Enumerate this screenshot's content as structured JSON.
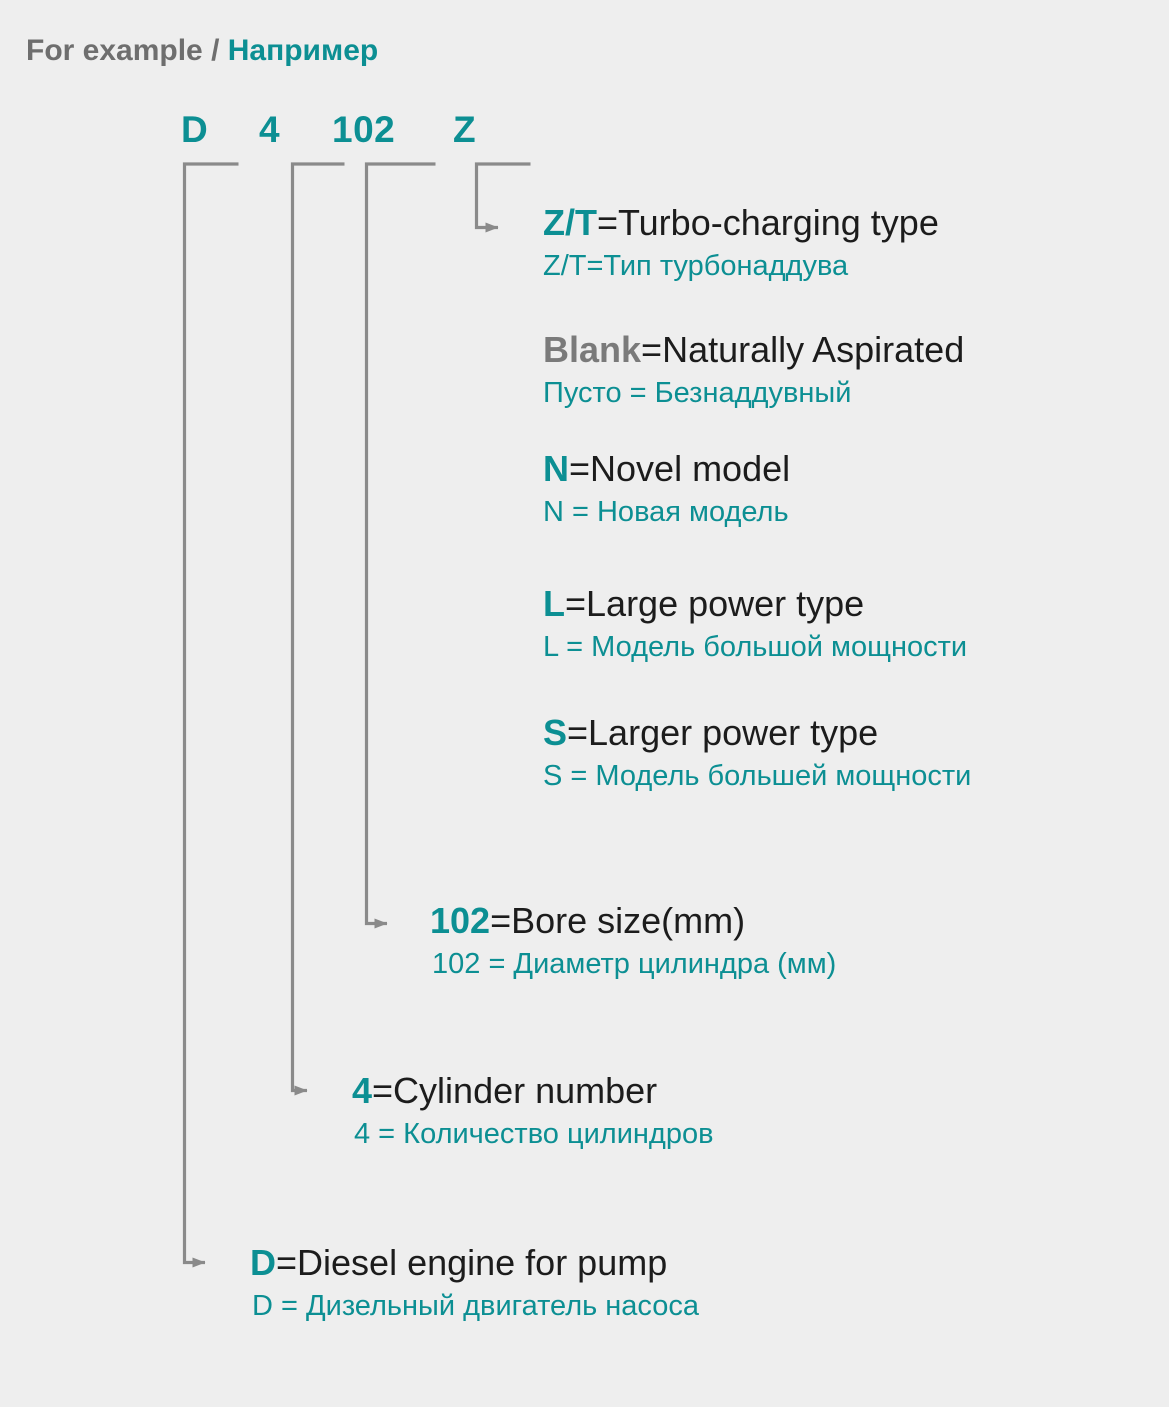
{
  "header": {
    "english": "For example",
    "separator": "/",
    "russian": "Например"
  },
  "code": {
    "segments": [
      {
        "id": "D",
        "label": "D"
      },
      {
        "id": "4",
        "label": "4"
      },
      {
        "id": "102",
        "label": "102"
      },
      {
        "id": "Z",
        "label": "Z"
      }
    ],
    "full": "D 4 102 Z"
  },
  "colors": {
    "background": "#eeeeee",
    "teal": "#0c8f93",
    "gray_text": "#6e6e6e",
    "dark_text": "#1c1c1c",
    "connector_line": "#8a8a8a"
  },
  "definitions": [
    {
      "key": "Z/T",
      "key_color": "teal",
      "english": "=Turbo-charging type",
      "russian": "Z/T=Тип турбонаддува",
      "group": "suffix"
    },
    {
      "key": "Blank",
      "key_color": "gray",
      "english": "=Naturally Aspirated",
      "russian": "Пусто = Безнаддувный",
      "group": "suffix"
    },
    {
      "key": "N",
      "key_color": "teal",
      "english": "=Novel model",
      "russian": "N = Новая модель",
      "group": "suffix"
    },
    {
      "key": "L",
      "key_color": "teal",
      "english": "=Large power type",
      "russian": "L = Модель большой мощности",
      "group": "suffix"
    },
    {
      "key": "S",
      "key_color": "teal",
      "english": "=Larger power type",
      "russian": "S = Модель большей мощности",
      "group": "suffix"
    },
    {
      "key": "102",
      "key_color": "teal",
      "english": "=Bore size(mm)",
      "russian": "102 = Диаметр цилиндра (мм)",
      "group": "bore"
    },
    {
      "key": "4",
      "key_color": "teal",
      "english": "=Cylinder number",
      "russian": "4 = Количество цилиндров",
      "group": "cylinder"
    },
    {
      "key": "D",
      "key_color": "teal",
      "english": "=Diesel engine for pump",
      "russian": "D = Дизельный двигатель насоса",
      "group": "prefix"
    }
  ],
  "connectors": [
    {
      "name": "connector-D",
      "from": "code-D",
      "to": "def-d"
    },
    {
      "name": "connector-4",
      "from": "code-4",
      "to": "def-4"
    },
    {
      "name": "connector-102",
      "from": "code-102",
      "to": "def-102"
    },
    {
      "name": "connector-Z",
      "from": "code-Z",
      "to": "def-zt"
    }
  ]
}
